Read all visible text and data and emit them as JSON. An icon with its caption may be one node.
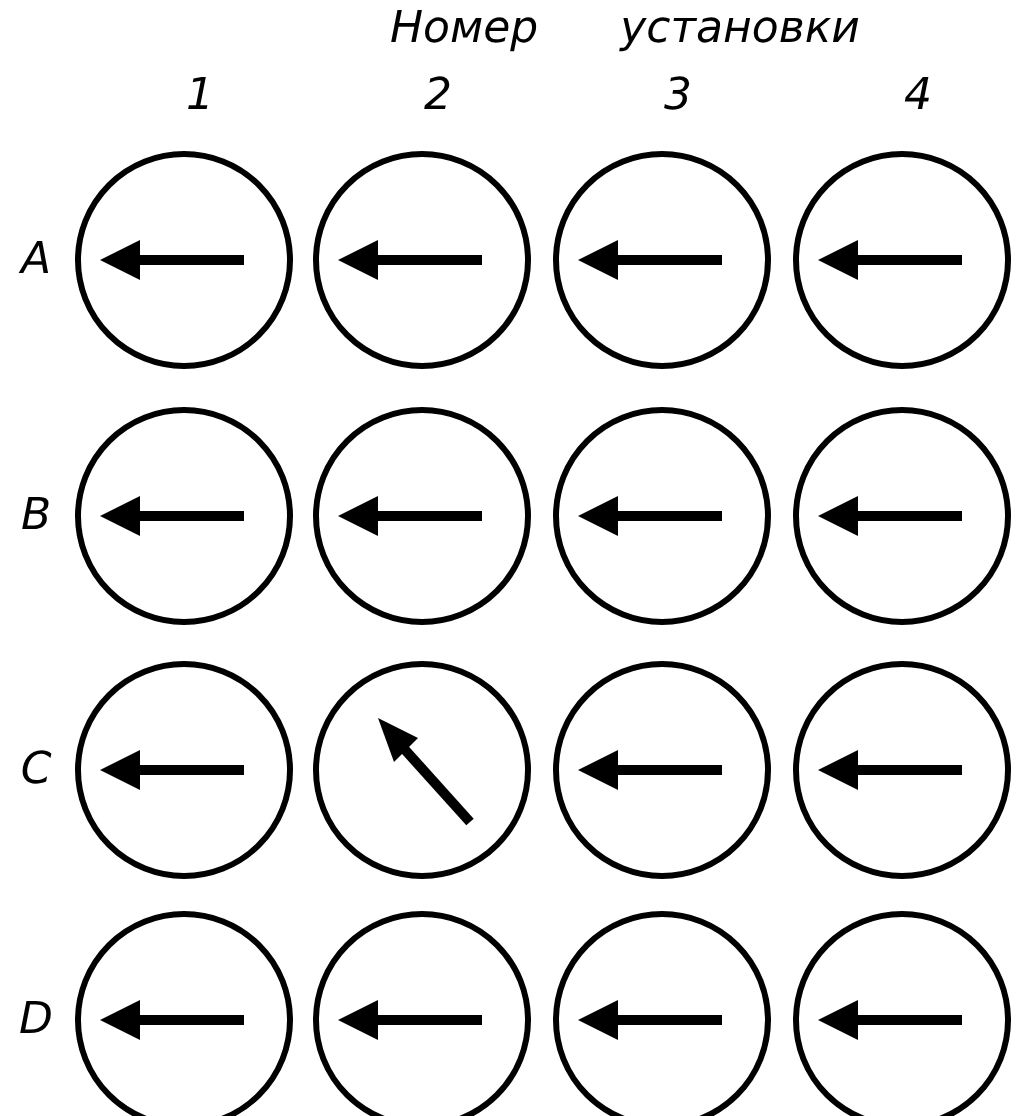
{
  "diagram": {
    "title": "Номер установки",
    "nodes": [
      {
        "text": [],
        "shape": "circle"
      },
      {
        "text": [],
        "shape": "circle"
      },
      {
        "text": [],
        "shape": "circle"
      },
      {
        "text": [],
        "shape": "circle"
      },
      {
        "text": [],
        "shape": "circle"
      },
      {
        "text": [],
        "shape": "circle"
      },
      {
        "text": [],
        "shape": "circle"
      },
      {
        "text": [],
        "shape": "circle"
      },
      {
        "text": [],
        "shape": "circle"
      },
      {
        "text": [],
        "shape": "circle"
      },
      {
        "text": [],
        "shape": "circle"
      },
      {
        "text": [],
        "shape": "circle"
      },
      {
        "text": [],
        "shape": "circle"
      },
      {
        "text": [],
        "shape": "circle"
      },
      {
        "text": [],
        "shape": "circle"
      },
      {
        "text": [],
        "shape": "circle"
      }
    ],
    "labels": [
      "1",
      "2",
      "3",
      "4",
      "A",
      "B",
      "C",
      "D"
    ]
  }
}
